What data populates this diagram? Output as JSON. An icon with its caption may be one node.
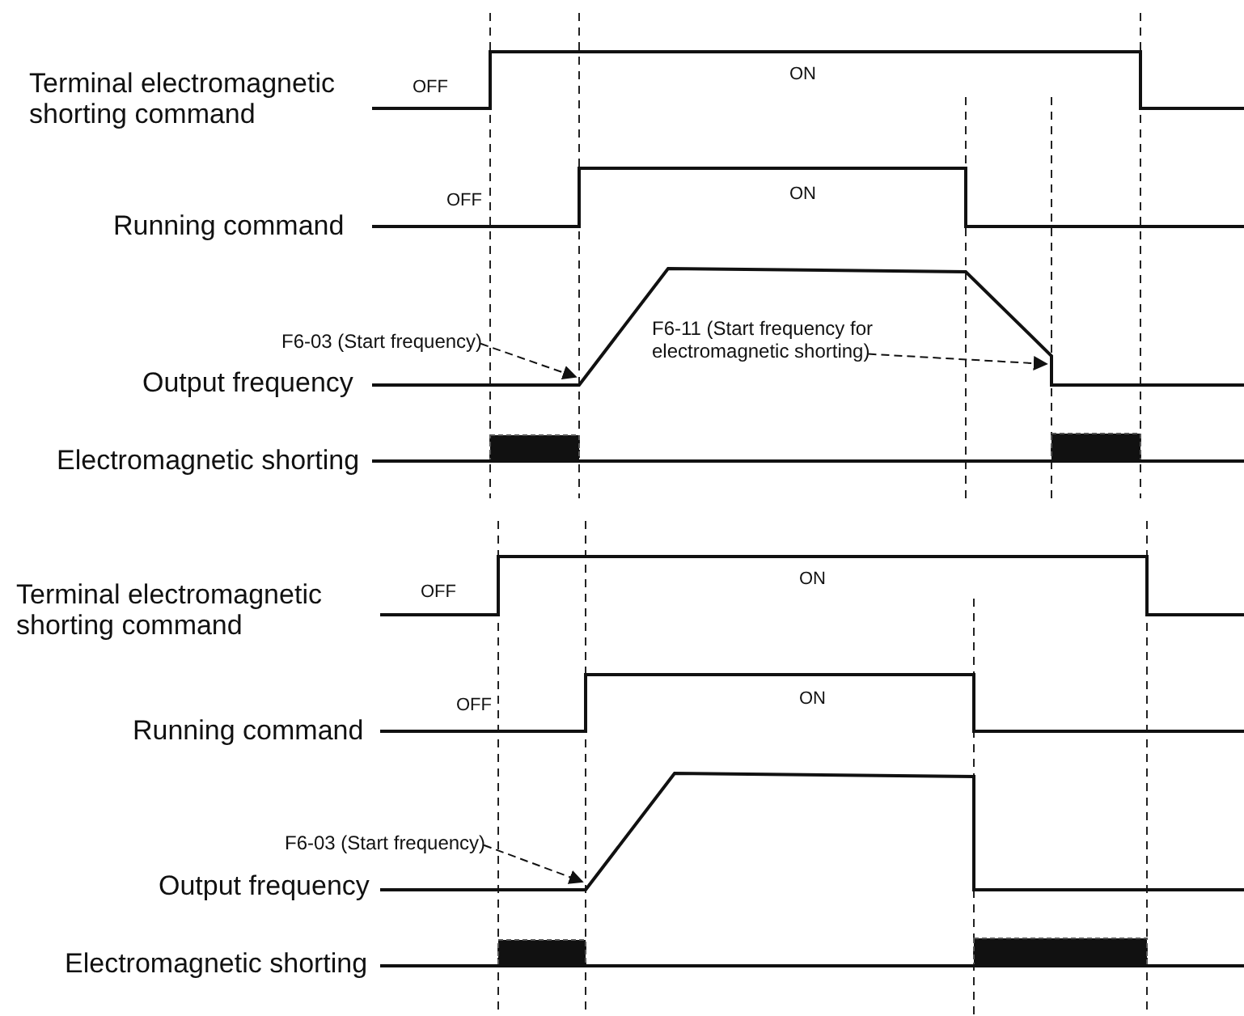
{
  "diagram": {
    "nodes": [
      {
        "text": [
          "F6-03 (Start frequency)"
        ]
      },
      {
        "text": [
          "F6-11 (Start frequency for electromagnetic shorting)"
        ]
      },
      {
        "text": [
          "F6-03 (Start frequency)"
        ]
      }
    ],
    "edges": [
      {
        "from": 0,
        "to": null,
        "arrow": "to",
        "style": "dashed"
      },
      {
        "from": 1,
        "to": null,
        "arrow": "to",
        "style": "dashed"
      },
      {
        "from": 2,
        "to": null,
        "arrow": "to",
        "style": "dashed"
      }
    ],
    "labels": [
      "Terminal electromagnetic shorting command",
      "OFF",
      "ON",
      "Running command",
      "OFF",
      "ON",
      "Output frequency",
      "Electromagnetic shorting",
      "Terminal electromagnetic shorting command",
      "OFF",
      "ON",
      "Running command",
      "OFF",
      "ON",
      "Output frequency",
      "Electromagnetic shorting"
    ]
  }
}
